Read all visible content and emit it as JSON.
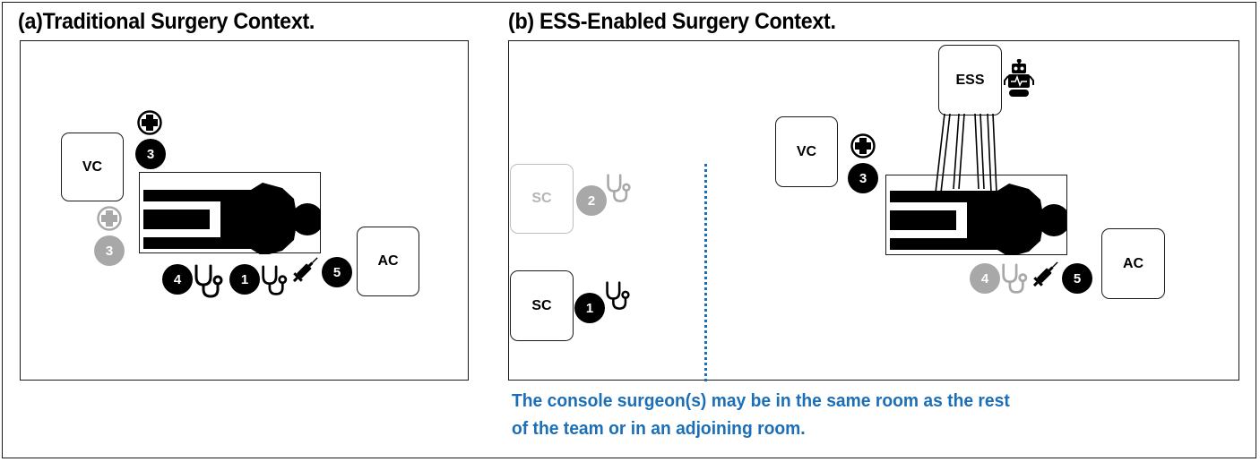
{
  "panels": [
    {
      "title": "(a)Traditional Surgery Context."
    },
    {
      "title": "(b) ESS-Enabled Surgery Context."
    }
  ],
  "labels": {
    "vc": "VC",
    "ac": "AC",
    "sc": "SC",
    "ess": "ESS"
  },
  "numbers": {
    "one": "1",
    "two": "2",
    "three": "3",
    "four": "4",
    "five": "5"
  },
  "note": {
    "line1": "The console surgeon(s) may be in the same room as the rest",
    "line2": "of the team or in an adjoining room."
  },
  "icons": [
    "cross-icon",
    "stethoscope-icon",
    "syringe-icon",
    "robot-icon",
    "patient-icon"
  ],
  "colors": {
    "primary": "#000000",
    "faded": "#a8a8a8",
    "accent": "#1c6fb6"
  }
}
